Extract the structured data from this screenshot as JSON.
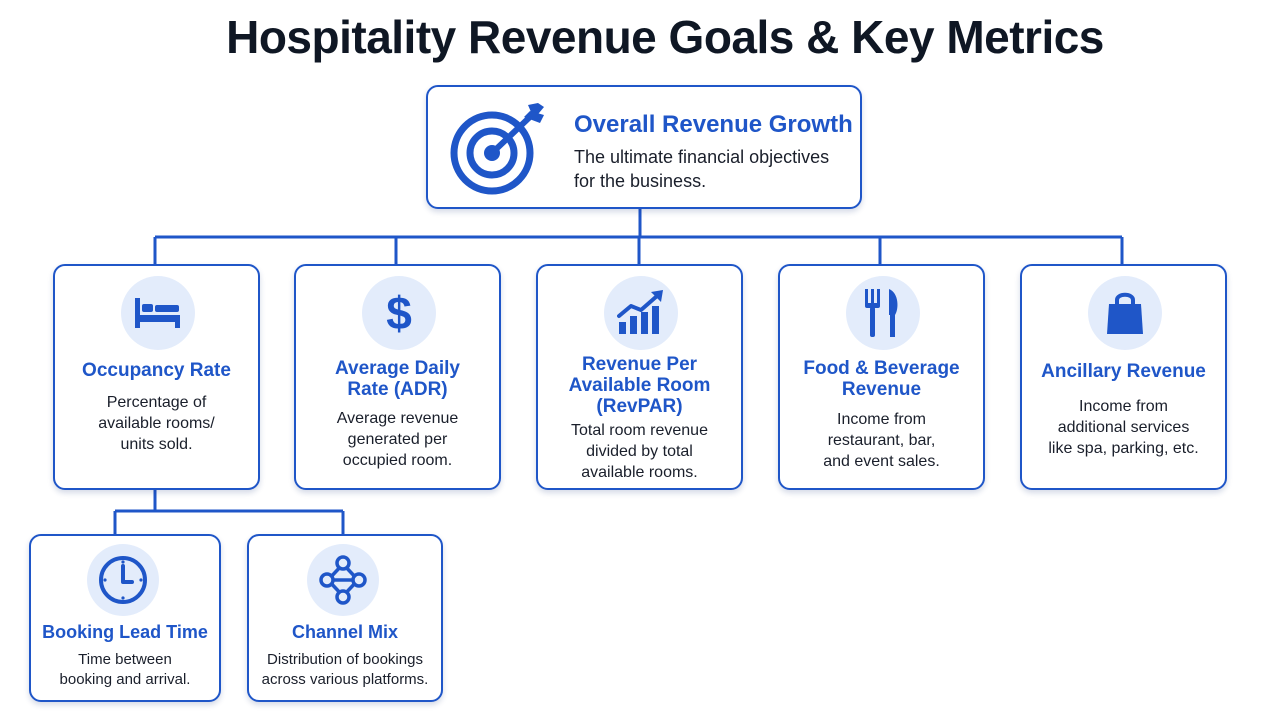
{
  "title": "Hospitality Revenue Goals & Key Metrics",
  "root": {
    "title": "Overall Revenue Growth",
    "description": "The ultimate financial objectives\nfor the business.",
    "icon": "target-icon"
  },
  "metrics": [
    {
      "title": "Occupancy Rate",
      "description": "Percentage of\navailable rooms/\nunits sold.",
      "icon": "bed-icon"
    },
    {
      "title": "Average Daily\nRate (ADR)",
      "description": "Average revenue\ngenerated per\noccupied room.",
      "icon": "dollar-icon"
    },
    {
      "title": "Revenue Per\nAvailable Room\n(RevPAR)",
      "description": "Total room revenue\ndivided by total\navailable rooms.",
      "icon": "growth-chart-icon"
    },
    {
      "title": "Food & Beverage\nRevenue",
      "description": "Income from\nrestaurant, bar,\nand event sales.",
      "icon": "fork-knife-icon"
    },
    {
      "title": "Ancillary Revenue",
      "description": "Income from\nadditional services\nlike spa, parking, etc.",
      "icon": "shopping-bag-icon"
    }
  ],
  "sub_metrics": [
    {
      "title": "Booking Lead Time",
      "description": "Time between\nbooking and arrival.",
      "icon": "clock-icon"
    },
    {
      "title": "Channel Mix",
      "description": "Distribution of bookings\nacross various platforms.",
      "icon": "network-icon"
    }
  ],
  "colors": {
    "accent": "#1f56c8",
    "icon_bg": "#e3ecfb",
    "title": "#0f1724"
  }
}
